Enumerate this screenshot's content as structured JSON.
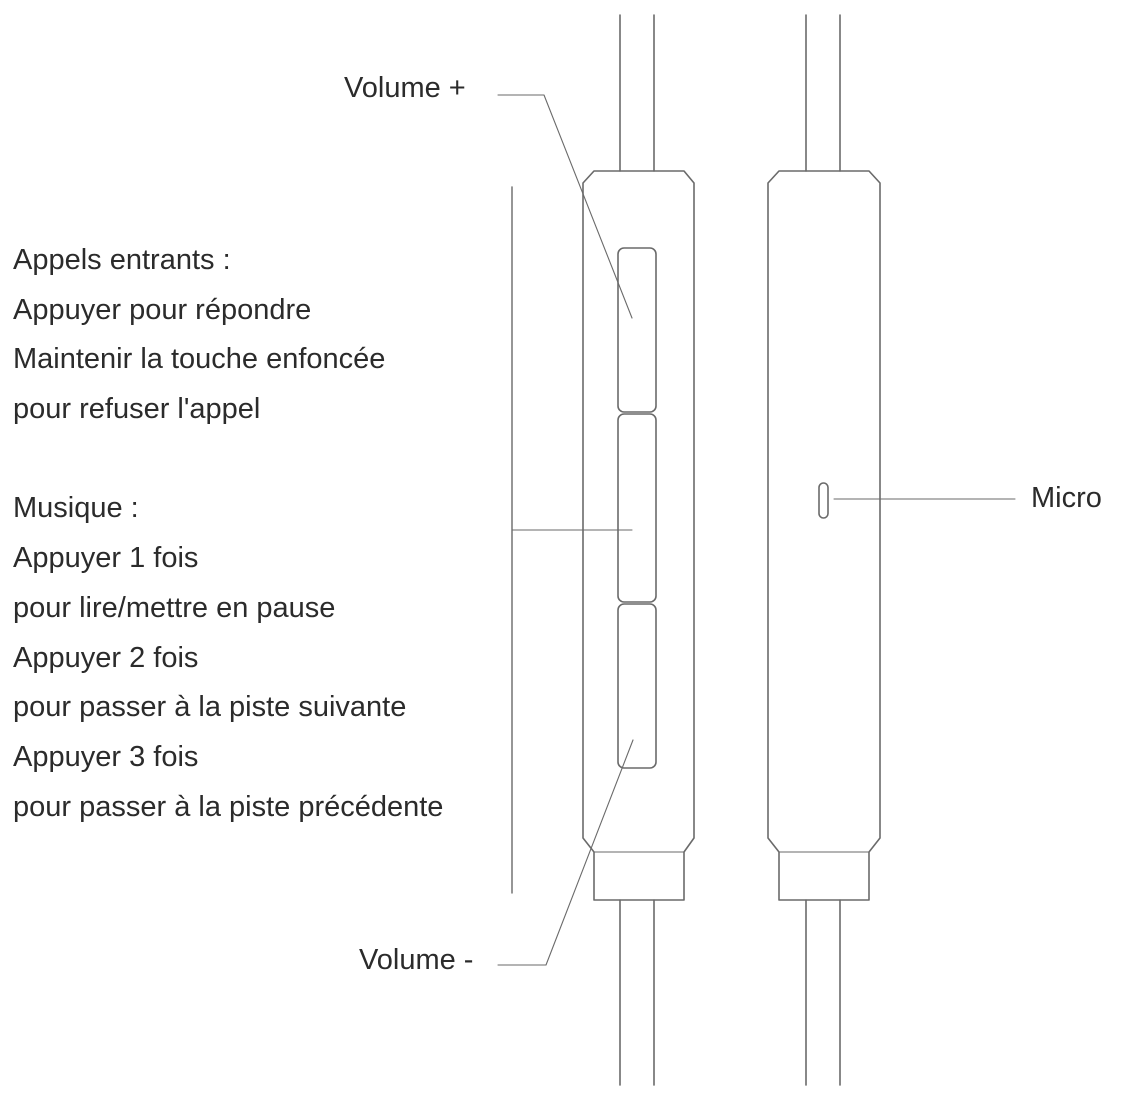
{
  "labels": {
    "volume_plus": "Volume +",
    "volume_minus": "Volume -",
    "micro": "Micro"
  },
  "instructions": {
    "calls": [
      "Appels entrants :",
      "Appuyer pour répondre",
      "Maintenir la touche enfoncée",
      "pour refuser l'appel"
    ],
    "music": [
      "Musique :",
      "Appuyer 1 fois",
      "pour lire/mettre en pause",
      "Appuyer 2 fois",
      "pour passer à la piste suivante",
      "Appuyer 3 fois",
      "pour passer à la piste précédente"
    ]
  },
  "colors": {
    "line": "#6a6a6a",
    "text": "#2b2b2b"
  }
}
